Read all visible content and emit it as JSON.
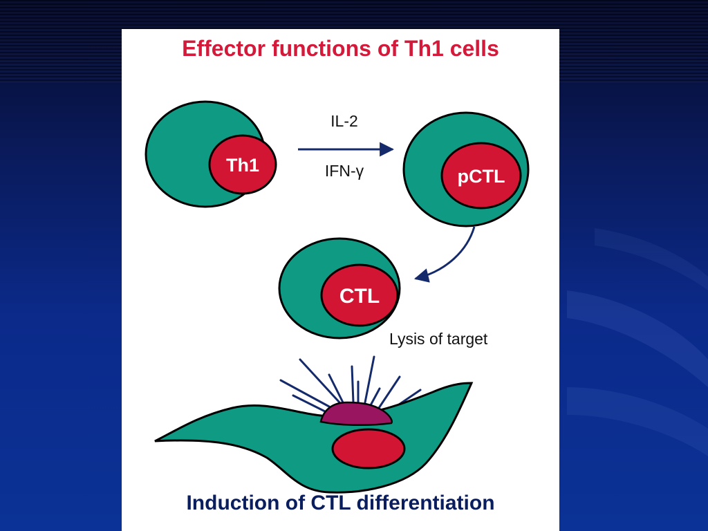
{
  "slide": {
    "title": "Effector functions of Th1 cells",
    "caption": "Induction of CTL differentiation"
  },
  "colors": {
    "title_red": "#d41a3a",
    "caption_navy": "#0a1e5e",
    "cell_teal": "#0f9a84",
    "nucleus_red": "#d21533",
    "granule_magenta": "#9a1560",
    "arrow_navy": "#142a6a"
  },
  "diagram": {
    "cells": {
      "th1": "Th1",
      "pctl": "pCTL",
      "ctl": "CTL"
    },
    "arrows": {
      "cytokine_top": "IL-2",
      "cytokine_bottom": "IFN-γ"
    },
    "lysis_label": "Lysis of target"
  }
}
